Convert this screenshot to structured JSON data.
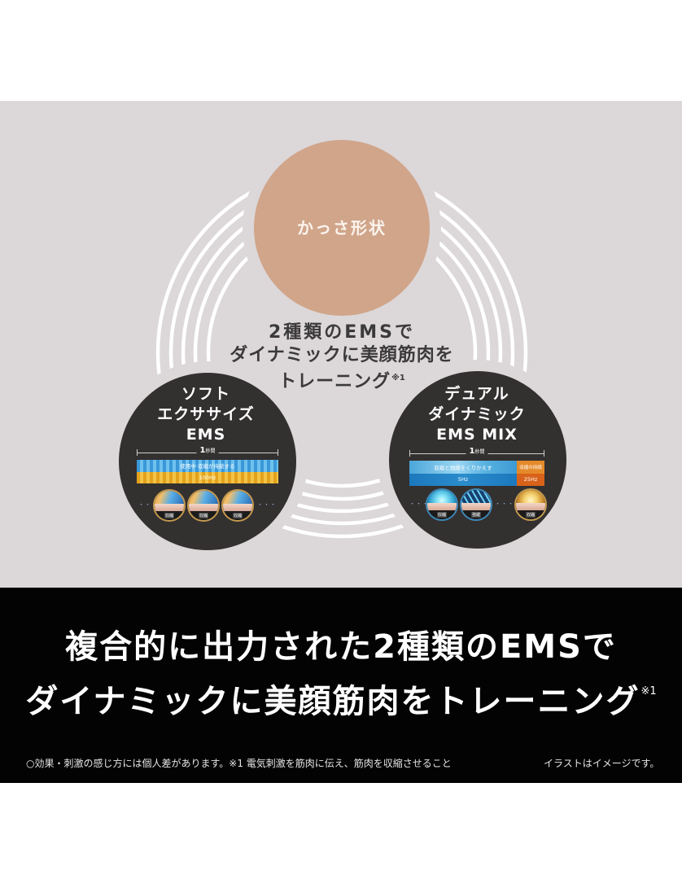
{
  "colors": {
    "diagram_background": "#dcd7d9",
    "top_circle": "#d0a58a",
    "dark_circle": "#333030",
    "rings": "#ffffff",
    "headline_band": "#030303"
  },
  "diagram": {
    "top_circle": {
      "label": "かっさ形状"
    },
    "center_text": {
      "line1": "2種類のEMSで",
      "line2": "ダイナミックに美顔筋肉を",
      "line3": "トレーニング",
      "note": "※1"
    },
    "left_circle": {
      "title": [
        "ソフト",
        "エクササイズ",
        "EMS"
      ],
      "timeline": {
        "num": "1",
        "unit": "秒間"
      },
      "bar": {
        "top_text": "使用中 収縮が持続する",
        "bottom_text": "100Hz"
      },
      "dots_left": "・・・",
      "dots_right": "・・・",
      "icons": [
        {
          "label": "収縮"
        },
        {
          "label": "収縮"
        },
        {
          "label": "収縮"
        }
      ]
    },
    "right_circle": {
      "title": [
        "デュアル",
        "ダイナミック",
        "EMS MIX"
      ],
      "timeline": {
        "num": "1",
        "unit": "秒間"
      },
      "bar": {
        "segment1": {
          "top_text": "収縮と弛緩をくりかえす",
          "bottom_text": "5Hz"
        },
        "segment2": {
          "top_text": "収縮の持続",
          "bottom_text": "25Hz"
        }
      },
      "dots_left": "・・・",
      "dots_mid": "・・・",
      "icons": [
        {
          "label": "収縮"
        },
        {
          "label": "弛緩"
        },
        {
          "label": "収縮"
        }
      ]
    }
  },
  "headline": {
    "line1": "複合的に出力された2種類のEMSで",
    "line2": "ダイナミックに美顔筋肉をトレーニング",
    "note": "※1"
  },
  "footnotes": {
    "left": "○効果・刺激の感じ方には個人差があります。※1 電気刺激を筋肉に伝え、筋肉を収縮させること",
    "right": "イラストはイメージです。"
  }
}
